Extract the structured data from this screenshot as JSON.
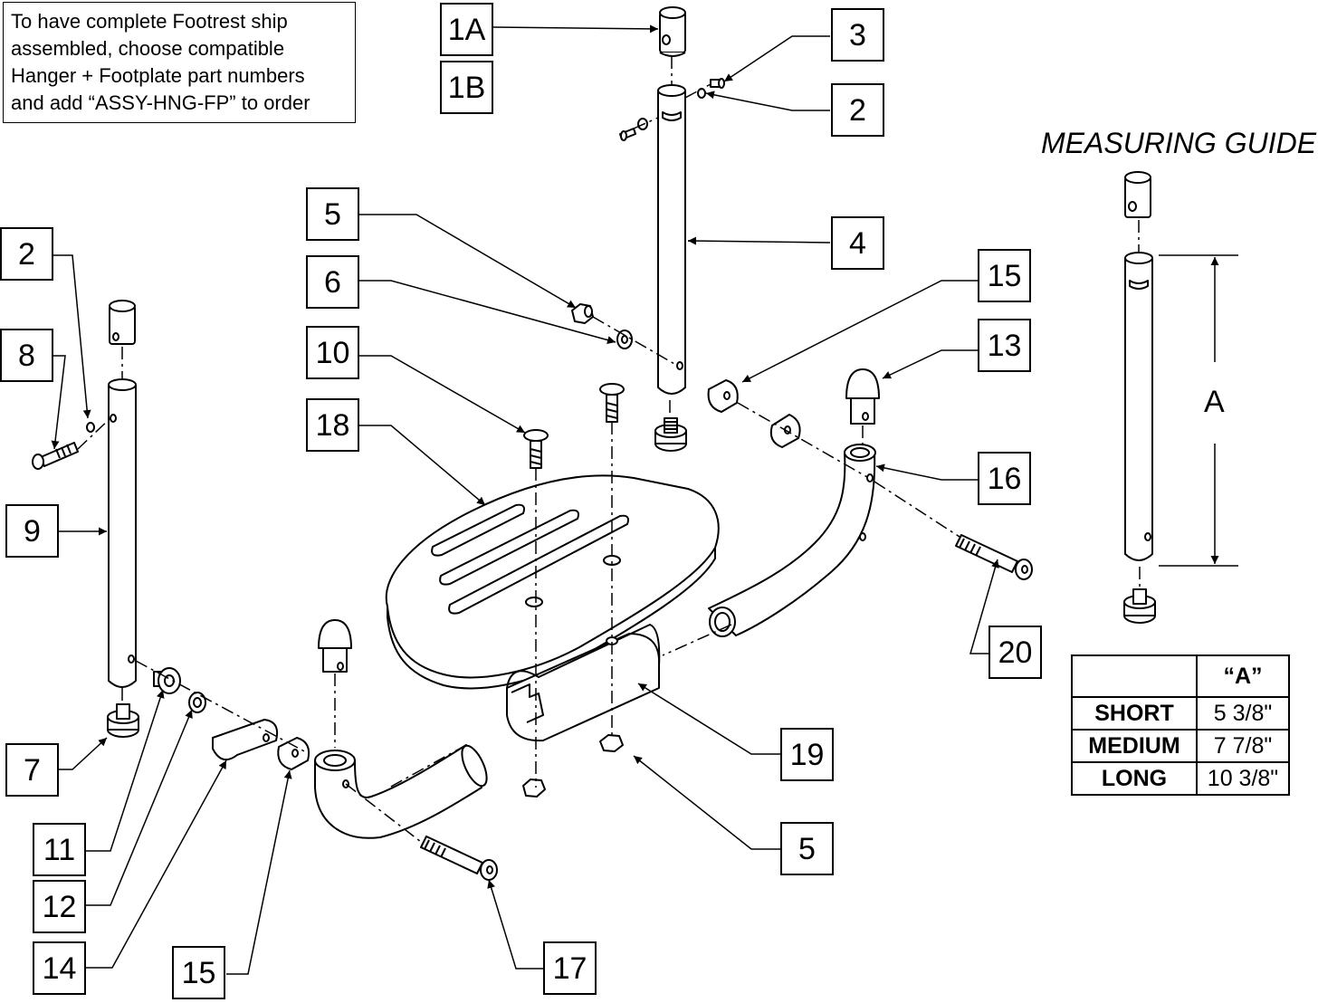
{
  "note": {
    "lines": [
      "To have complete Footrest ship",
      "assembled, choose compatible",
      "Hanger + Footplate part numbers",
      "and add “ASSY-HNG-FP” to order"
    ]
  },
  "callouts": [
    {
      "id": "1A",
      "label": "1A"
    },
    {
      "id": "1B",
      "label": "1B"
    },
    {
      "id": "3",
      "label": "3"
    },
    {
      "id": "2-top",
      "label": "2"
    },
    {
      "id": "4",
      "label": "4"
    },
    {
      "id": "5-top",
      "label": "5"
    },
    {
      "id": "6",
      "label": "6"
    },
    {
      "id": "10",
      "label": "10"
    },
    {
      "id": "18",
      "label": "18"
    },
    {
      "id": "15-right",
      "label": "15"
    },
    {
      "id": "13",
      "label": "13"
    },
    {
      "id": "16",
      "label": "16"
    },
    {
      "id": "2-left",
      "label": "2"
    },
    {
      "id": "8",
      "label": "8"
    },
    {
      "id": "9",
      "label": "9"
    },
    {
      "id": "7",
      "label": "7"
    },
    {
      "id": "11",
      "label": "11"
    },
    {
      "id": "12",
      "label": "12"
    },
    {
      "id": "14",
      "label": "14"
    },
    {
      "id": "15-bottom",
      "label": "15"
    },
    {
      "id": "17",
      "label": "17"
    },
    {
      "id": "19",
      "label": "19"
    },
    {
      "id": "5-bottom",
      "label": "5"
    },
    {
      "id": "20",
      "label": "20"
    }
  ],
  "measuring_guide": {
    "title": "MEASURING GUIDE",
    "dimension_label": "A",
    "table": {
      "header": [
        "",
        "“A”"
      ],
      "rows": [
        {
          "size": "SHORT",
          "a": "5 3/8\""
        },
        {
          "size": "MEDIUM",
          "a": "7 7/8\""
        },
        {
          "size": "LONG",
          "a": "10 3/8\""
        }
      ]
    }
  }
}
